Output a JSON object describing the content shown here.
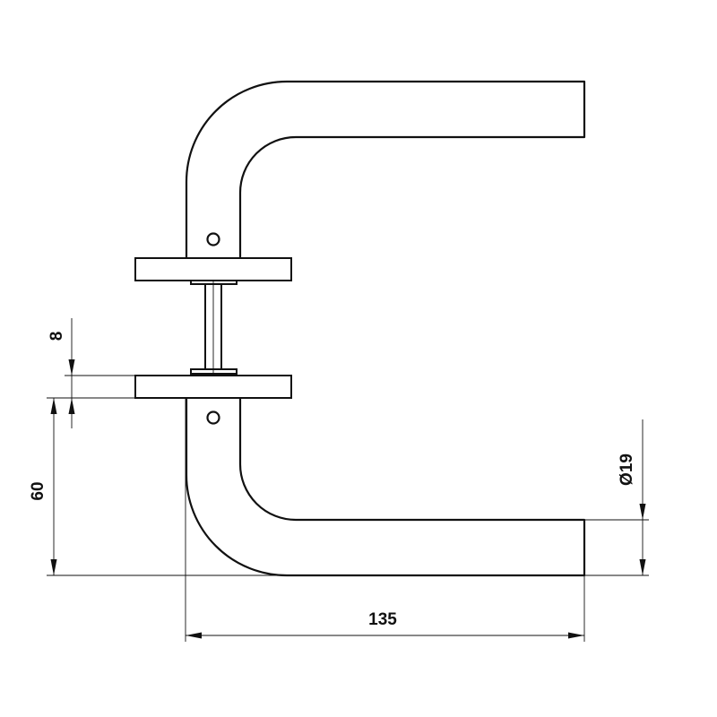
{
  "dimensions": {
    "rose_thickness": "8",
    "lever_height": "60",
    "lever_diameter": "Ø19",
    "lever_length": "135"
  },
  "colors": {
    "line": "#111111",
    "background": "#ffffff"
  }
}
